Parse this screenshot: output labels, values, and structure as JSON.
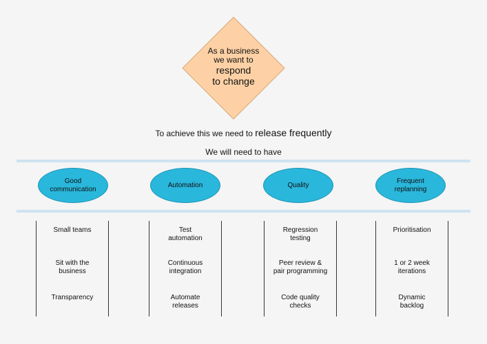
{
  "diamond": {
    "line1": "As a business",
    "line2": "we want to",
    "line3": "respond",
    "line4": "to change",
    "fill": "#fdd1a5"
  },
  "goal": {
    "prefix": "To achieve this we need to ",
    "emphasis": "release frequently"
  },
  "need": "We will need to have",
  "pillars": [
    {
      "title": "Good\ncommunication",
      "items": [
        "Small teams",
        "Sit with the\nbusiness",
        "Transparency"
      ]
    },
    {
      "title": "Automation",
      "items": [
        "Test\nautomation",
        "Continuous\nintegration",
        "Automate\nreleases"
      ]
    },
    {
      "title": "Quality",
      "items": [
        "Regression\ntesting",
        "Peer review &\npair programming",
        "Code quality\nchecks"
      ]
    },
    {
      "title": "Frequent\nreplanning",
      "items": [
        "Prioritisation",
        "1 or 2 week\niterations",
        "Dynamic\nbacklog"
      ]
    }
  ],
  "colors": {
    "ellipse": "#2ab7dc",
    "band": "#cfe3f0"
  }
}
